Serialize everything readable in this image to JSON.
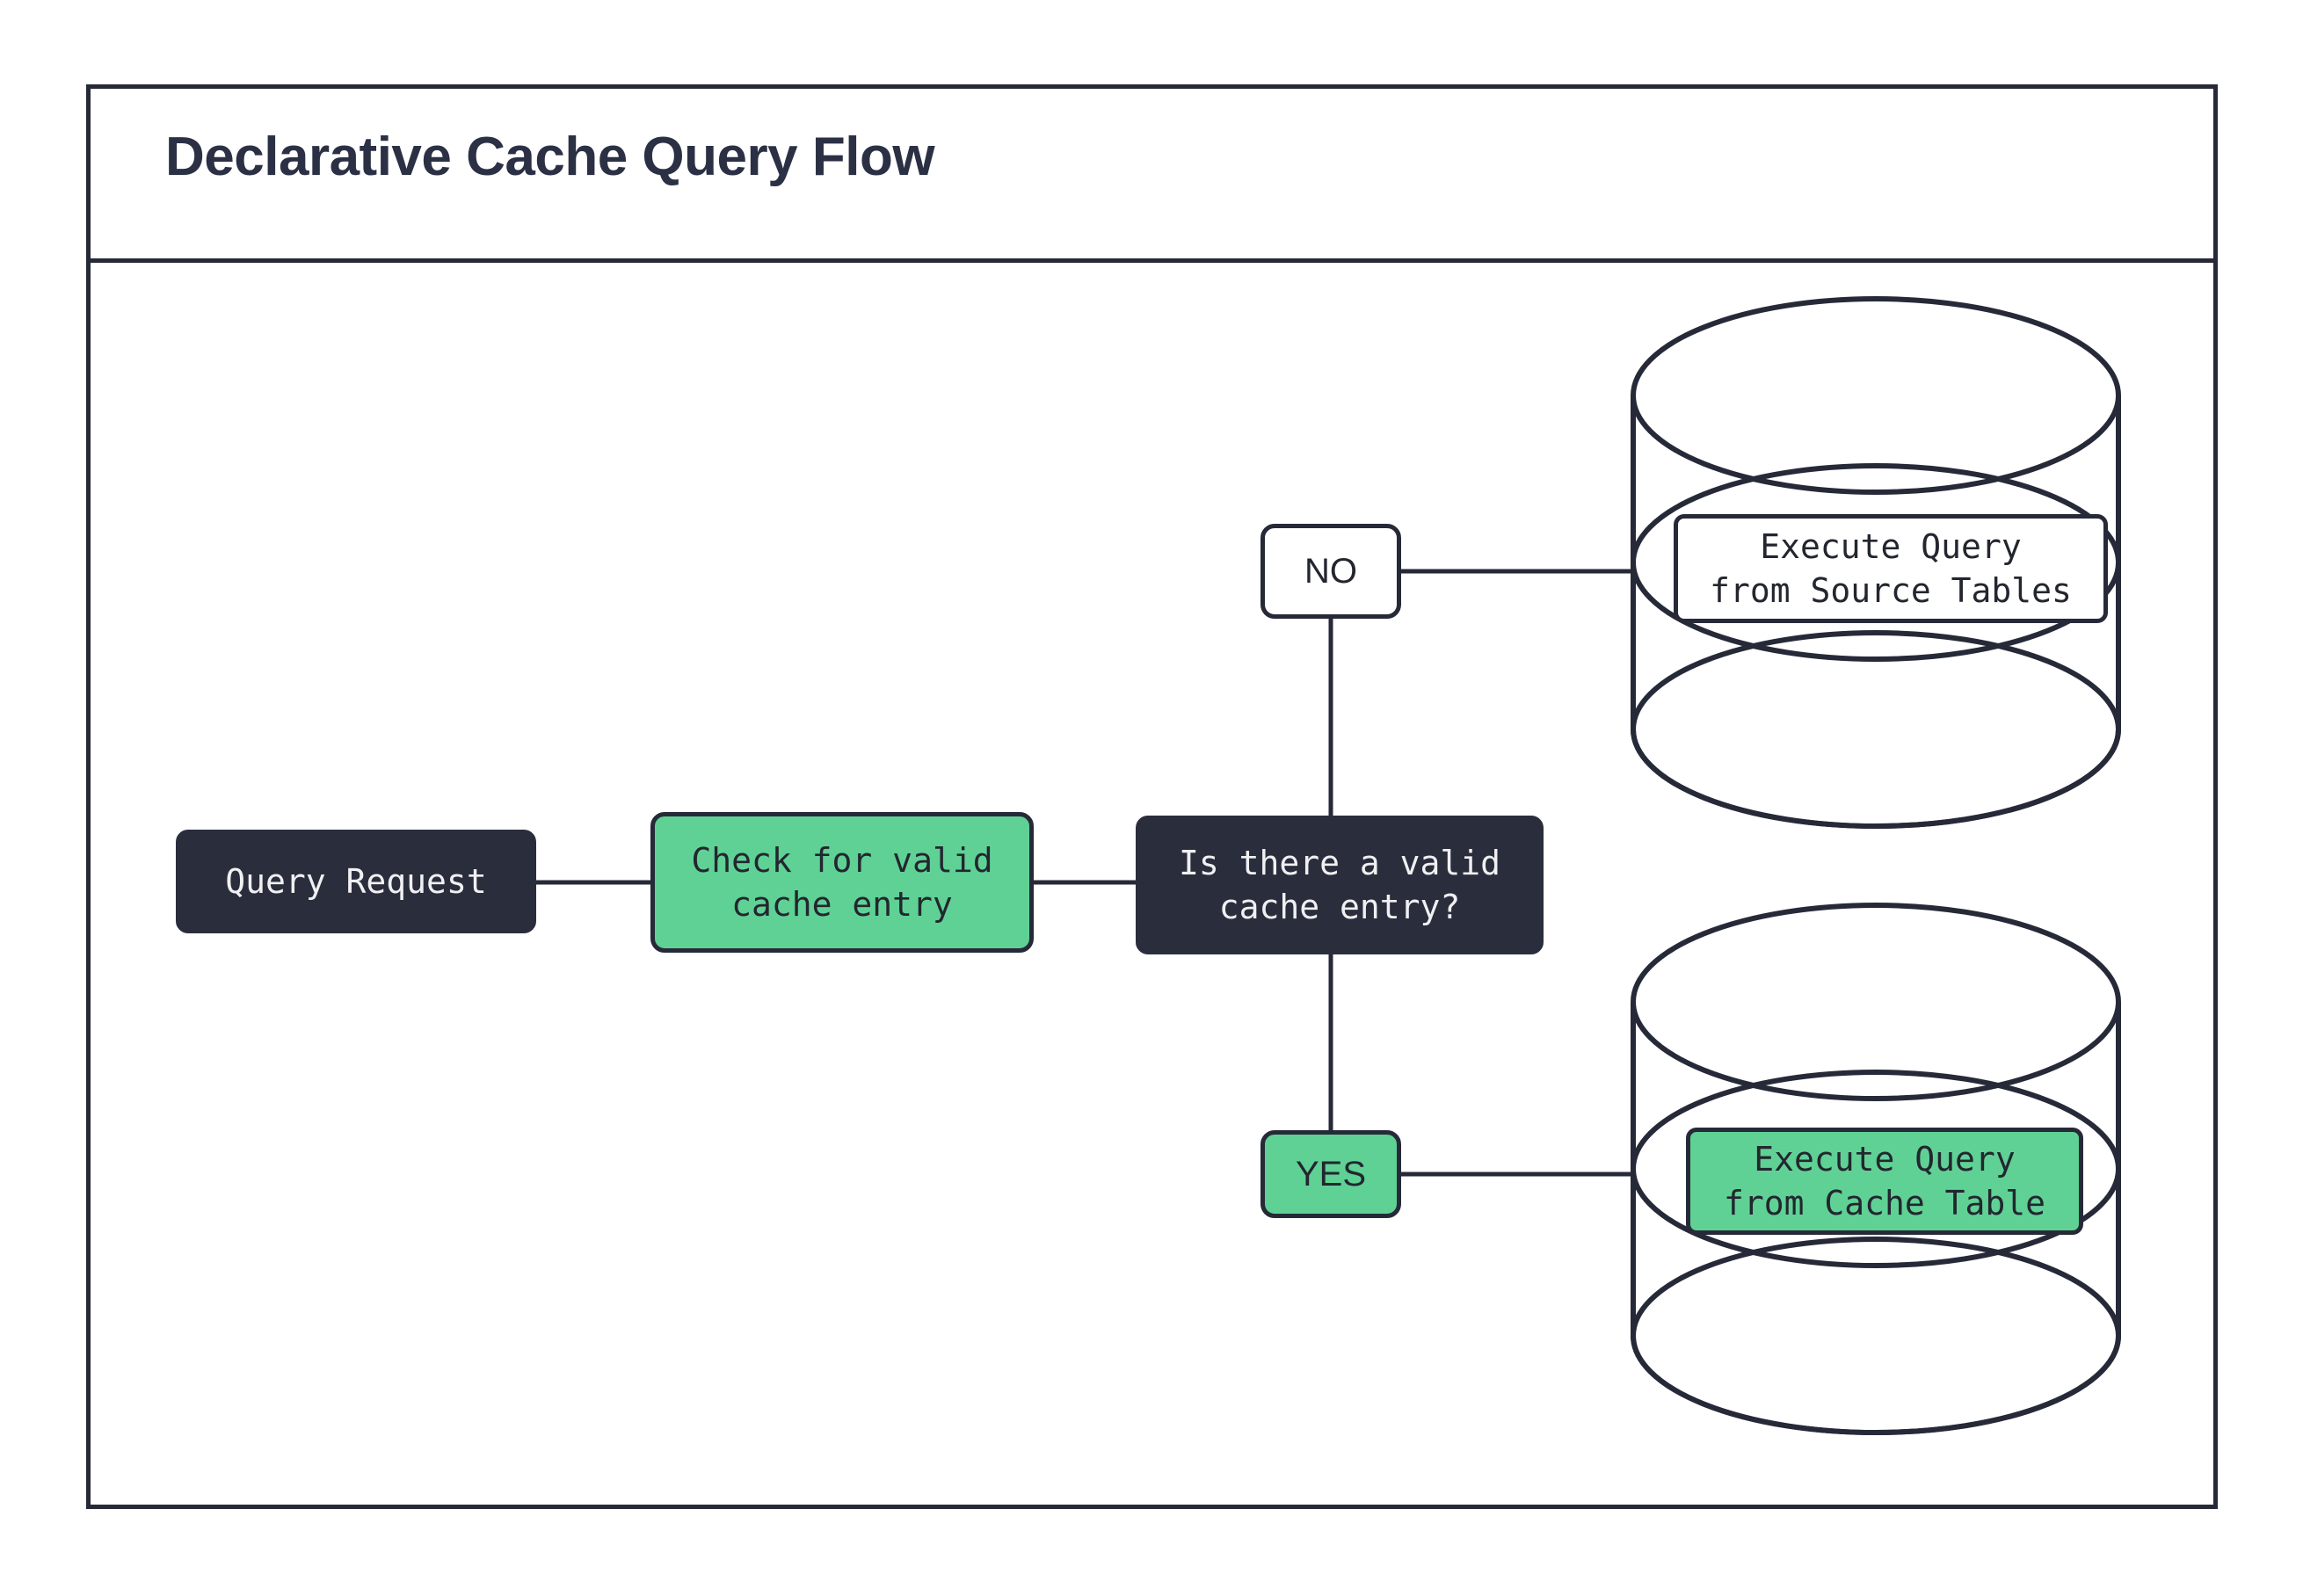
{
  "page": {
    "title": "Declarative Cache Query Flow",
    "background": "#ffffff"
  },
  "colors": {
    "ink": "#262A38",
    "dark_fill": "#2A2D3C",
    "dark_text": "#F0F0F2",
    "green_fill": "#5FD195",
    "green_text": "#23262F",
    "white_fill": "#ffffff",
    "title_text": "#2B3045"
  },
  "diagram": {
    "type": "flowchart",
    "direction": "left-to-right",
    "nodes": [
      {
        "id": "query-request",
        "label": "Query Request",
        "shape": "rounded-rect",
        "style": "dark",
        "fill": "#2A2D3C",
        "text_color": "#F0F0F2"
      },
      {
        "id": "check-cache",
        "label": "Check for valid\ncache entry",
        "shape": "rounded-rect",
        "style": "green",
        "fill": "#5FD195",
        "text_color": "#23262F"
      },
      {
        "id": "decision",
        "label": "Is there a valid\ncache entry?",
        "shape": "rounded-rect",
        "style": "dark",
        "fill": "#2A2D3C",
        "text_color": "#F0F0F2"
      },
      {
        "id": "source-tables",
        "label": "Execute Query\nfrom Source Tables",
        "shape": "rounded-rect-on-cylinder",
        "style": "white",
        "fill": "#ffffff",
        "text_color": "#23262F",
        "container": "database-cylinder-source"
      },
      {
        "id": "cache-table",
        "label": "Execute Query\nfrom Cache Table",
        "shape": "rounded-rect-on-cylinder",
        "style": "green",
        "fill": "#5FD195",
        "text_color": "#23262F",
        "container": "database-cylinder-cache"
      }
    ],
    "branch_labels": [
      {
        "id": "no",
        "label": "NO",
        "style": "white",
        "fill": "#ffffff",
        "target": "source-tables"
      },
      {
        "id": "yes",
        "label": "YES",
        "style": "green",
        "fill": "#5FD195",
        "target": "cache-table"
      }
    ],
    "cylinders": [
      {
        "id": "database-cylinder-source",
        "name": "source-tables-database",
        "discs": 3
      },
      {
        "id": "database-cylinder-cache",
        "name": "cache-table-database",
        "discs": 3
      }
    ],
    "edges": [
      {
        "from": "query-request",
        "to": "check-cache",
        "style": "straight"
      },
      {
        "from": "check-cache",
        "to": "decision",
        "style": "straight"
      },
      {
        "from": "decision",
        "to": "no",
        "style": "vertical-up"
      },
      {
        "from": "no",
        "to": "source-tables",
        "style": "horizontal"
      },
      {
        "from": "decision",
        "to": "yes",
        "style": "vertical-down"
      },
      {
        "from": "yes",
        "to": "cache-table",
        "style": "horizontal"
      }
    ]
  }
}
